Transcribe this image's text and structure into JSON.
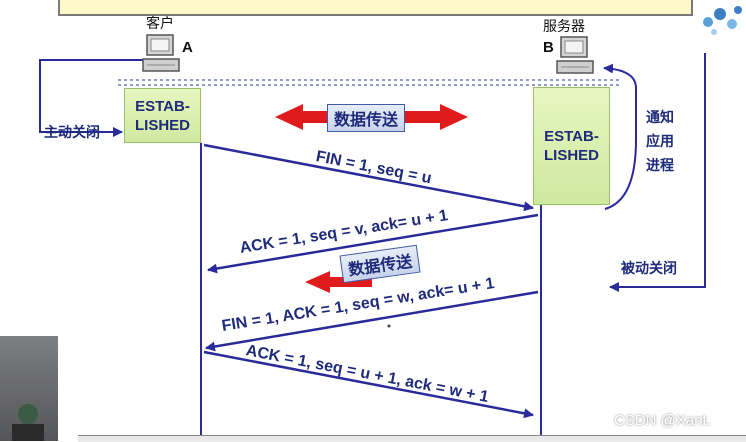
{
  "client": {
    "label": "客户",
    "letter": "A",
    "state": "ESTAB-LISHED",
    "action": "主动关闭"
  },
  "server": {
    "label": "服务器",
    "letter": "B",
    "state": "ESTAB-LISHED",
    "notify": "通知应用进程",
    "action": "被动关闭"
  },
  "data_transfer_top": "数据传送",
  "data_transfer_mid": "数据传送",
  "messages": {
    "m1": "FIN = 1, seq = u",
    "m2": "ACK = 1, seq = v, ack= u + 1",
    "m3": "FIN = 1, ACK = 1, seq = w, ack= u + 1",
    "m4": "ACK = 1, seq = u + 1, ack = w + 1"
  },
  "watermark": "CSDN @Xant.",
  "colors": {
    "arrow": "#2a2a9a",
    "data_arrow": "#e01b1b",
    "state_fill": "#d8f0b0",
    "text": "#1e2a7a"
  }
}
